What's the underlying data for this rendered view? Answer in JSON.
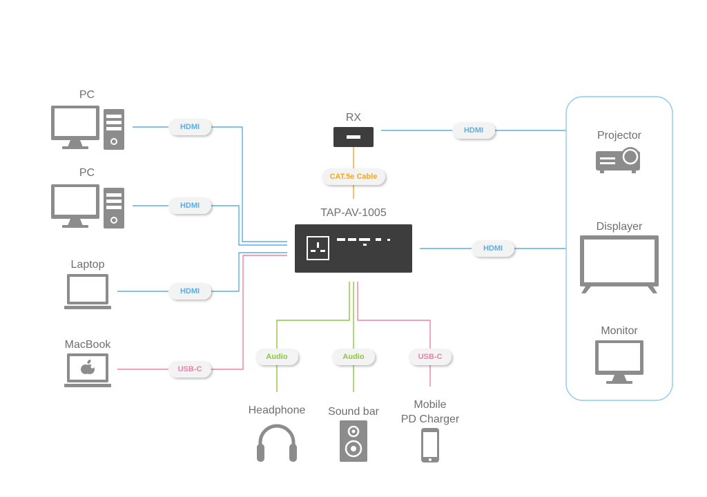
{
  "hub": {
    "label": "TAP-AV-1005"
  },
  "receiver": {
    "label": "RX"
  },
  "colors": {
    "hdmi": "#5aaee3",
    "usb_c": "#ee7ea7",
    "audio": "#8cc63f",
    "cat5e": "#f5a623",
    "device_gray": "#8c8c8c",
    "box_dark": "#3d3d3d",
    "display_group_border": "#8ec9ec"
  },
  "sources": [
    {
      "label": "PC",
      "icon": "desktop-pc-icon",
      "cable": "HDMI"
    },
    {
      "label": "PC",
      "icon": "desktop-pc-icon",
      "cable": "HDMI"
    },
    {
      "label": "Laptop",
      "icon": "laptop-icon",
      "cable": "HDMI"
    },
    {
      "label": "MacBook",
      "icon": "macbook-icon",
      "cable": "USB-C"
    }
  ],
  "links": {
    "rx_cable": "CAT.5e Cable",
    "rx_to_projector": "HDMI",
    "hub_to_displays": "HDMI"
  },
  "displays": [
    {
      "label": "Projector",
      "icon": "projector-icon"
    },
    {
      "label": "Displayer",
      "icon": "tv-icon"
    },
    {
      "label": "Monitor",
      "icon": "monitor-icon"
    }
  ],
  "outputs": [
    {
      "label": "Headphone",
      "icon": "headphone-icon",
      "cable": "Audio"
    },
    {
      "label": "Sound bar",
      "icon": "speaker-icon",
      "cable": "Audio"
    },
    {
      "label_line1": "Mobile",
      "label_line2": "PD Charger",
      "icon": "mobile-phone-icon",
      "cable": "USB-C"
    }
  ]
}
